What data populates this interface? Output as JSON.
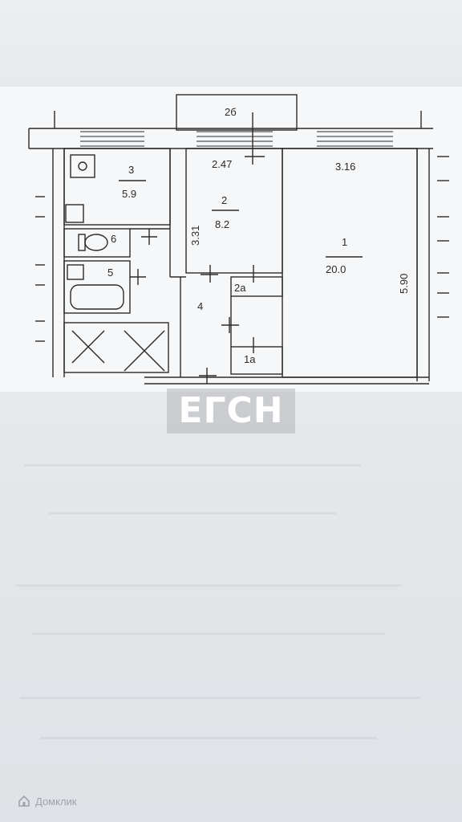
{
  "floor_plan": {
    "rooms": [
      {
        "id": "room-1",
        "number": "1",
        "area": "20.0"
      },
      {
        "id": "room-1a",
        "number": "1а"
      },
      {
        "id": "room-2",
        "number": "2",
        "area": "8.2"
      },
      {
        "id": "room-2a",
        "number": "2а"
      },
      {
        "id": "room-2b",
        "number": "2б"
      },
      {
        "id": "room-3",
        "number": "3",
        "area": "5.9"
      },
      {
        "id": "room-4",
        "number": "4"
      },
      {
        "id": "room-5",
        "number": "5"
      },
      {
        "id": "room-6",
        "number": "6"
      }
    ],
    "dimensions": {
      "room2_width": "2.47",
      "room1_width": "3.16",
      "room2_length": "3.31",
      "room1_length": "5.90"
    }
  },
  "watermark": {
    "text": "ЕГСН"
  },
  "brand": {
    "name": "Домклик",
    "icon": "house-icon"
  }
}
